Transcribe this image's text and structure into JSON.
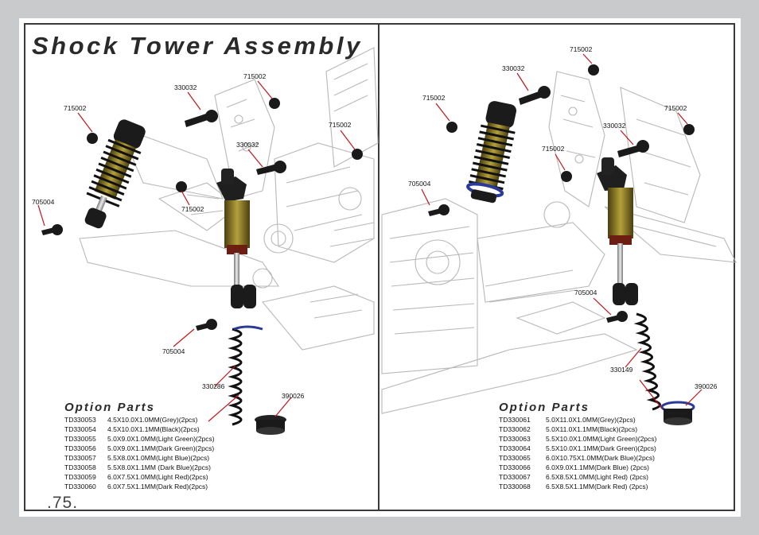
{
  "page": {
    "title": "Shock Tower Assembly",
    "page_number": ".75."
  },
  "left": {
    "labels": {
      "a": "715002",
      "b": "330032",
      "c": "715002",
      "d": "715002",
      "e": "330032",
      "f": "715002",
      "g": "705004",
      "h": "705004",
      "i": "330286",
      "j": "390026"
    },
    "options": {
      "title": "Option Parts",
      "rows": [
        {
          "code": "TD330053",
          "desc": "4.5X10.0X1.0MM(Grey)(2pcs)"
        },
        {
          "code": "TD330054",
          "desc": "4.5X10.0X1.1MM(Black)(2pcs)"
        },
        {
          "code": "TD330055",
          "desc": "5.0X9.0X1.0MM(Light Green)(2pcs)"
        },
        {
          "code": "TD330056",
          "desc": "5.0X9.0X1.1MM(Dark Green)(2pcs)"
        },
        {
          "code": "TD330057",
          "desc": "5.5X8.0X1.0MM(Light Blue)(2pcs)"
        },
        {
          "code": "TD330058",
          "desc": "5.5X8.0X1.1MM (Dark Blue)(2pcs)"
        },
        {
          "code": "TD330059",
          "desc": "6.0X7.5X1.0MM(Light Red)(2pcs)"
        },
        {
          "code": "TD330060",
          "desc": "6.0X7.5X1.1MM(Dark Red)(2pcs)"
        }
      ]
    }
  },
  "right": {
    "labels": {
      "a": "715002",
      "b": "330032",
      "c": "715002",
      "d": "715002",
      "e": "330032",
      "f": "715002",
      "g": "705004",
      "h": "705004",
      "i": "330149",
      "j": "390026"
    },
    "options": {
      "title": "Option Parts",
      "rows": [
        {
          "code": "TD330061",
          "desc": "5.0X11.0X1.0MM(Grey)(2pcs)"
        },
        {
          "code": "TD330062",
          "desc": "5.0X11.0X1.1MM(Black)(2pcs)"
        },
        {
          "code": "TD330063",
          "desc": "5.5X10.0X1.0MM(Light Green)(2pcs)"
        },
        {
          "code": "TD330064",
          "desc": "5.5X10.0X1.1MM(Dark Green)(2pcs)"
        },
        {
          "code": "TD330065",
          "desc": "6.0X10.75X1.0MM(Dark Blue)(2pcs)"
        },
        {
          "code": "TD330066",
          "desc": "6.0X9.0X1.1MM(Dark Blue) (2pcs)"
        },
        {
          "code": "TD330067",
          "desc": "6.5X8.5X1.0MM(Light Red) (2pcs)"
        },
        {
          "code": "TD330068",
          "desc": "6.5X8.5X1.1MM(Dark Red) (2pcs)"
        }
      ]
    }
  },
  "colors": {
    "leader": "#c0141c",
    "frame": "#3a3a3a",
    "shock_body": "#8a7a2a",
    "spring": "#1a1a1a",
    "spring_accent": "#2a3a9a"
  }
}
